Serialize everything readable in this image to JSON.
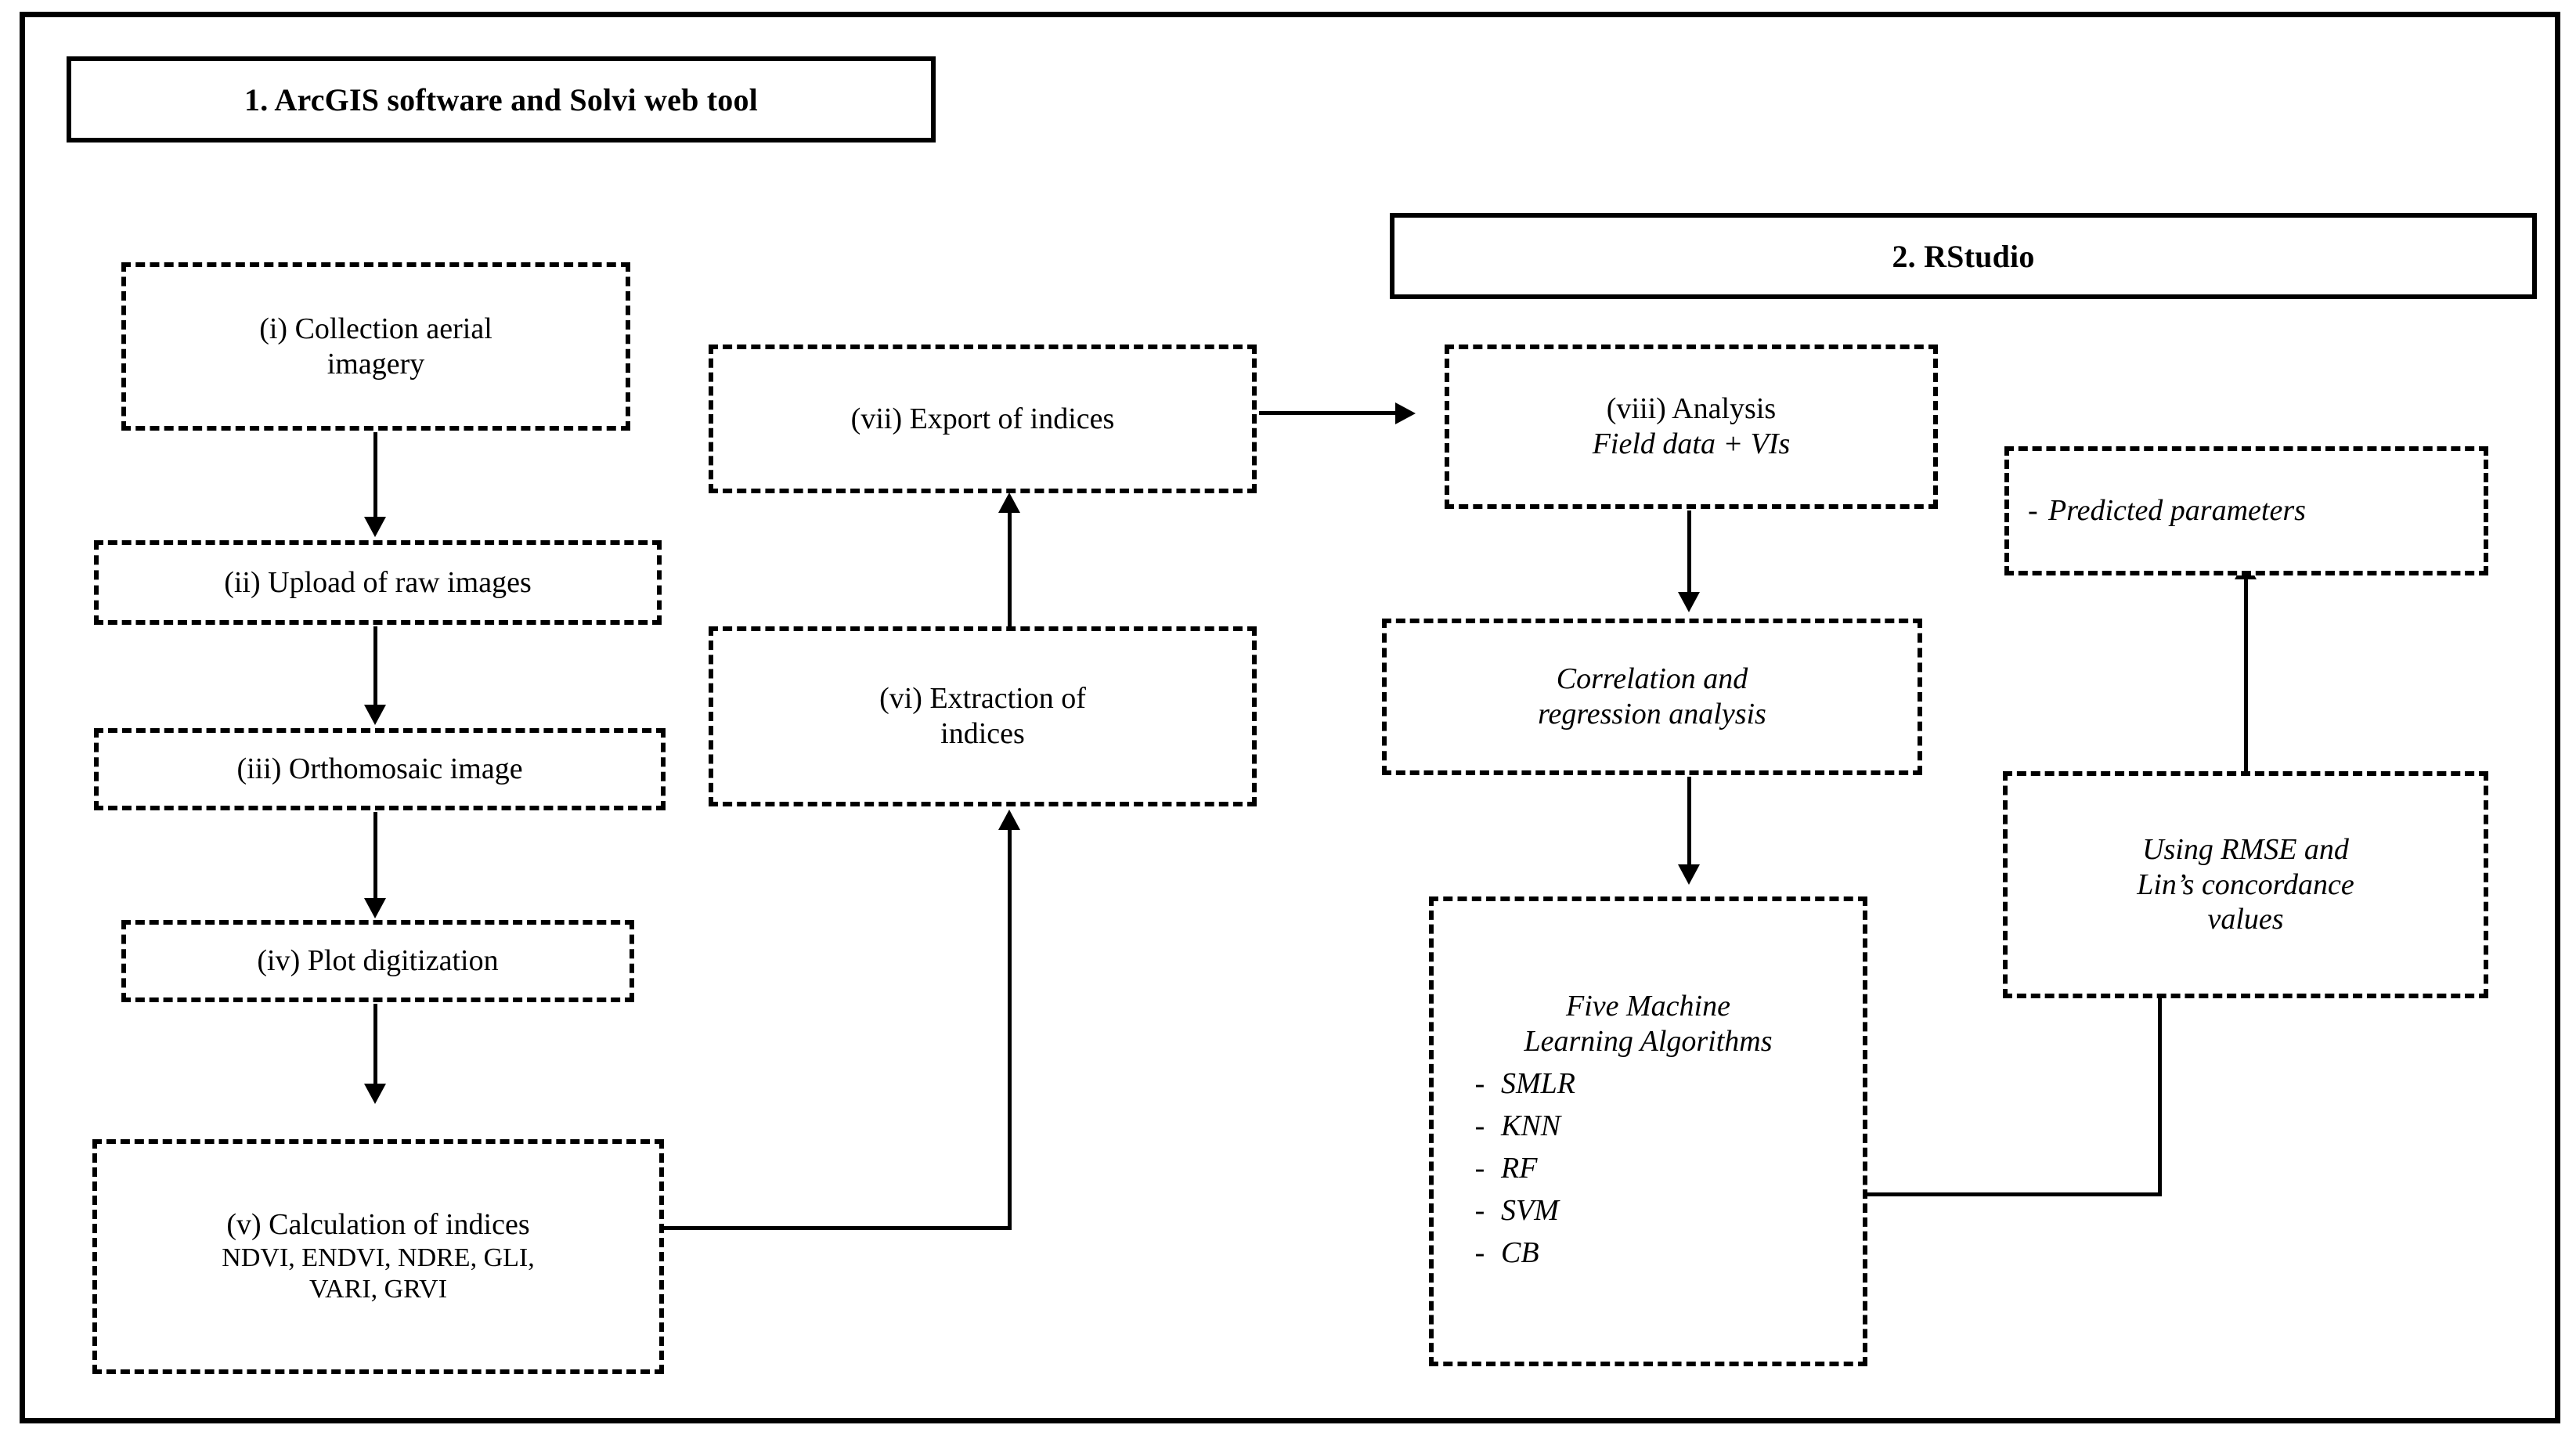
{
  "figure": {
    "type": "flowchart",
    "orientation": "left-to-right, two numbered sections"
  },
  "sections": [
    {
      "id": "section-1",
      "label": "1. ArcGIS software and Solvi web tool"
    },
    {
      "id": "section-2",
      "label": "2. RStudio"
    }
  ],
  "nodes": {
    "collection": {
      "line1": "(i) Collection aerial",
      "line2": "imagery"
    },
    "upload": {
      "line1": "(ii) Upload of raw images"
    },
    "orthomosaic": {
      "line1": "(iii) Orthomosaic image"
    },
    "digitization": {
      "line1": "(iv) Plot digitization"
    },
    "calculation": {
      "line1": "(v) Calculation of indices",
      "indices_line1": "NDVI, ENDVI, NDRE, GLI,",
      "indices_line2": "VARI, GRVI"
    },
    "extraction": {
      "line1": "(vi) Extraction of",
      "line2": "indices"
    },
    "export": {
      "line1": "(vii) Export of indices"
    },
    "analysis": {
      "line1": "(viii) Analysis",
      "line2": "Field data + VIs"
    },
    "correlation": {
      "line1": "Correlation and",
      "line2": "regression analysis"
    },
    "ml": {
      "title_line1": "Five Machine",
      "title_line2": "Learning Algorithms",
      "bullet_marker": "-",
      "items": [
        "SMLR",
        "KNN",
        "RF",
        "SVM",
        "CB"
      ]
    },
    "metrics": {
      "line1": "Using RMSE and",
      "line2": "Lin’s concordance",
      "line3": "values"
    },
    "predicted": {
      "marker": "-",
      "label": "Predicted parameters"
    }
  },
  "colors": {
    "stroke": "#000000",
    "background": "#ffffff"
  }
}
